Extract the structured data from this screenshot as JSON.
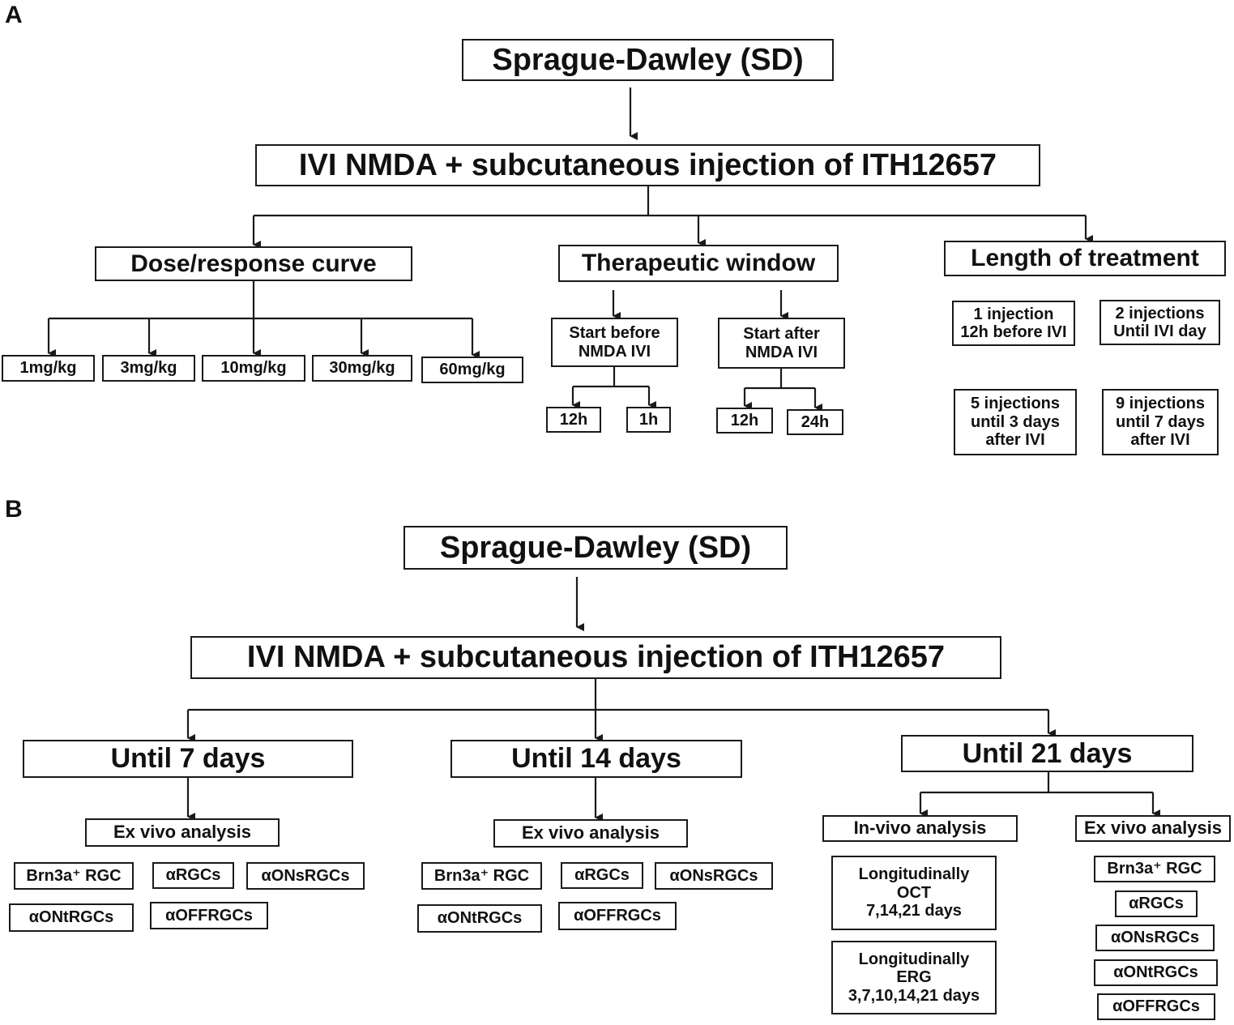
{
  "panel_a": {
    "label": "A",
    "root": "Sprague-Dawley (SD)",
    "treatment": "IVI NMDA + subcutaneous injection of ITH12657",
    "dose": {
      "title": "Dose/response curve",
      "doses": [
        "1mg/kg",
        "3mg/kg",
        "10mg/kg",
        "30mg/kg",
        "60mg/kg"
      ]
    },
    "window": {
      "title": "Therapeutic window",
      "before": {
        "title": "Start before\nNMDA IVI",
        "times": [
          "12h",
          "1h"
        ]
      },
      "after": {
        "title": "Start after\nNMDA IVI",
        "times": [
          "12h",
          "24h"
        ]
      }
    },
    "length": {
      "title": "Length of treatment",
      "options": [
        "1 injection\n12h before IVI",
        "2 injections\nUntil IVI day",
        "5 injections\nuntil 3 days\nafter IVI",
        "9 injections\nuntil 7 days\nafter IVI"
      ]
    }
  },
  "panel_b": {
    "label": "B",
    "root": "Sprague-Dawley (SD)",
    "treatment": "IVI NMDA + subcutaneous injection of ITH12657",
    "day7": {
      "title": "Until 7 days",
      "analysis": "Ex vivo analysis",
      "markers": [
        "Brn3a⁺ RGC",
        "αRGCs",
        "αONsRGCs",
        "αONtRGCs",
        "αOFFRGCs"
      ]
    },
    "day14": {
      "title": "Until 14 days",
      "analysis": "Ex vivo analysis",
      "markers": [
        "Brn3a⁺ RGC",
        "αRGCs",
        "αONsRGCs",
        "αONtRGCs",
        "αOFFRGCs"
      ]
    },
    "day21": {
      "title": "Until 21 days",
      "in_vivo": {
        "title": "In-vivo analysis",
        "oct": "Longitudinally\nOCT\n7,14,21 days",
        "erg": "Longitudinally\nERG\n3,7,10,14,21 days"
      },
      "ex_vivo": {
        "title": "Ex vivo analysis",
        "markers": [
          "Brn3a⁺ RGC",
          "αRGCs",
          "αONsRGCs",
          "αONtRGCs",
          "αOFFRGCs"
        ]
      }
    }
  }
}
